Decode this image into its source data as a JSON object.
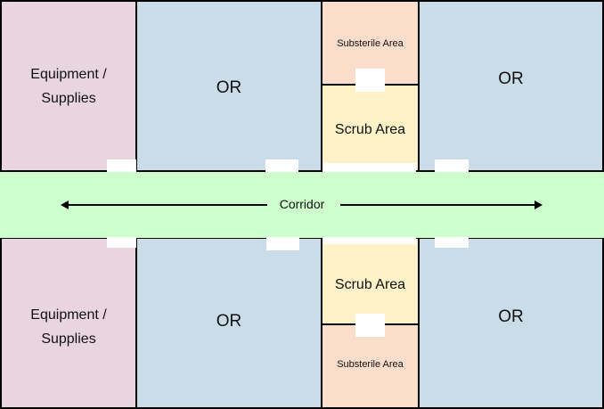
{
  "colors": {
    "equipment": "#e9d5e0",
    "or": "#cbdce9",
    "substerile": "#fbddcc",
    "scrub": "#fdf1c8",
    "corridor": "#ccffcc",
    "door": "#ffffff",
    "border": "#000000"
  },
  "top": {
    "equipment_line1": "Equipment /",
    "equipment_line2": "Supplies",
    "or_left": "OR",
    "substerile": "Substerile Area",
    "scrub": "Scrub Area",
    "or_right": "OR"
  },
  "corridor": {
    "label": "Corridor"
  },
  "bottom": {
    "equipment_line1": "Equipment /",
    "equipment_line2": "Supplies",
    "or_left": "OR",
    "scrub": "Scrub Area",
    "substerile": "Substerile Area",
    "or_right": "OR"
  }
}
